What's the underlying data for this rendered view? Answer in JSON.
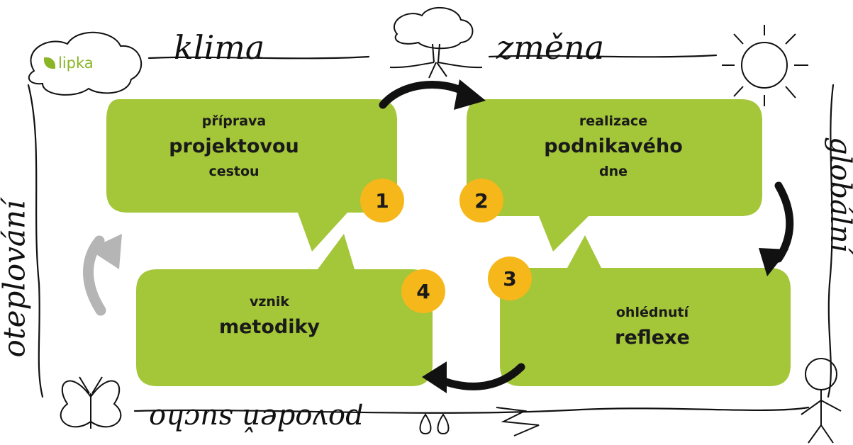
{
  "logo": {
    "text": "lipka"
  },
  "handwritten": {
    "top_left": "klima",
    "top_right": "změna",
    "left_vertical": "oteplování",
    "right_vertical": "globální",
    "bottom": "povodeň sucho"
  },
  "steps": [
    {
      "number": "1",
      "line1": "příprava",
      "line2": "projektovou",
      "line3": "cestou"
    },
    {
      "number": "2",
      "line1": "realizace",
      "line2": "podnikavého",
      "line3": "dne"
    },
    {
      "number": "3",
      "line1": "ohlédnutí",
      "line2": "reflexe",
      "line3": ""
    },
    {
      "number": "4",
      "line1": "vznik",
      "line2": "metodiky",
      "line3": ""
    }
  ],
  "colors": {
    "bubble": "#a4c639",
    "badge": "#f6b71b",
    "arrow": "#111111",
    "return_arrow": "#b5b5b5",
    "logo": "#8ab526"
  }
}
